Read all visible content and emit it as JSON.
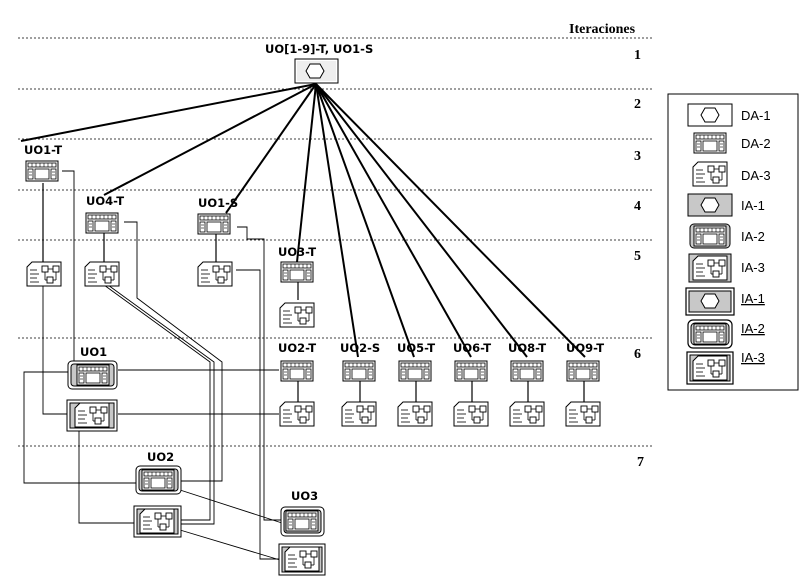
{
  "iterations_header": "Iteraciones",
  "iterations": [
    "1",
    "2",
    "3",
    "4",
    "5",
    "6",
    "7"
  ],
  "nodes": {
    "root": "UO[1-9]-T, UO1-S",
    "uo1t": "UO1-T",
    "uo4t": "UO4-T",
    "uo1s": "UO1-S",
    "uo3t": "UO3-T",
    "uo2t": "UO2-T",
    "uo2s": "UO2-S",
    "uo5t": "UO5-T",
    "uo6t": "UO6-T",
    "uo8t": "UO8-T",
    "uo9t": "UO9-T",
    "uo1": "UO1",
    "uo2": "UO2",
    "uo3": "UO3"
  },
  "legend": [
    {
      "label": "DA-1",
      "icon": "hexagon-icon",
      "style": "plain"
    },
    {
      "label": "DA-2",
      "icon": "server-icon",
      "style": "plain"
    },
    {
      "label": "DA-3",
      "icon": "document-network-icon",
      "style": "plain"
    },
    {
      "label": "IA-1",
      "icon": "hexagon-icon",
      "style": "gray"
    },
    {
      "label": "IA-2",
      "icon": "server-icon",
      "style": "gray"
    },
    {
      "label": "IA-3",
      "icon": "document-network-icon",
      "style": "gray"
    },
    {
      "label": "IA-1",
      "icon": "hexagon-icon",
      "style": "double"
    },
    {
      "label": "IA-2",
      "icon": "server-icon",
      "style": "double"
    },
    {
      "label": "IA-3",
      "icon": "document-network-icon",
      "style": "double"
    }
  ]
}
